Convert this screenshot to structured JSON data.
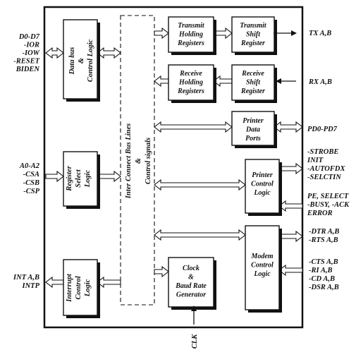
{
  "blocks": {
    "databus": [
      "Data bus",
      "&",
      "Control Logic"
    ],
    "regsel": [
      "Register",
      "Select",
      "Logic"
    ],
    "intctl": [
      "Interrupt",
      "Control",
      "Logic"
    ],
    "bus": [
      "Inter Connect Bus Lines",
      "&",
      "Control signals"
    ],
    "thr": [
      "Transmit",
      "Holding",
      "Registers"
    ],
    "tsr": [
      "Transmit",
      "Shift",
      "Register"
    ],
    "rhr": [
      "Receive",
      "Holding",
      "Registers"
    ],
    "rsr": [
      "Receive",
      "Shift",
      "Register"
    ],
    "pdp": [
      "Printer",
      "Data",
      "Ports"
    ],
    "pcl": [
      "Printer",
      "Control",
      "Logic"
    ],
    "mcl": [
      "Modem",
      "Control",
      "Logic"
    ],
    "clk": [
      "Clock",
      "&",
      "Baud Rate",
      "Generator"
    ]
  },
  "signals": {
    "left_top": [
      "D0-D7",
      "-IOR",
      "-IOW",
      "-RESET",
      "BIDEN"
    ],
    "left_mid": [
      "A0-A2",
      "-CSA",
      "-CSB",
      "-CSP"
    ],
    "left_bot": [
      "INT A,B",
      "INTP"
    ],
    "tx": "TX A,B",
    "rx": "RX A,B",
    "pd": "PD0-PD7",
    "printer_out": [
      "-STROBE",
      "INIT",
      "-AUTOFDX",
      "-SELCTIN"
    ],
    "printer_in": [
      "PE, SELECT",
      "-BUSY, -ACK",
      "ERROR"
    ],
    "modem_out": [
      "-DTR A,B",
      "-RTS A,B"
    ],
    "modem_in": [
      "-CTS A,B",
      "-RI A,B",
      "-CD A,B",
      "-DSR A,B"
    ],
    "clk": "CLK"
  }
}
